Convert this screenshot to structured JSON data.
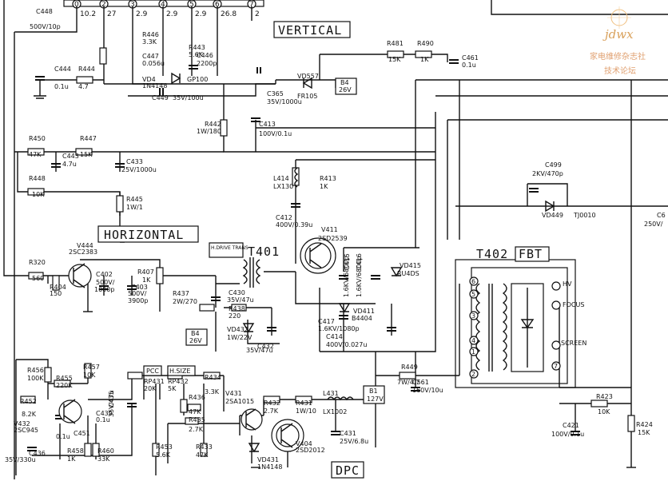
{
  "section_labels": {
    "vertical": "VERTICAL",
    "horizontal": "HORIZONTAL",
    "dpc": "DPC",
    "t401": "T401",
    "t402": "T402",
    "fbt": "FBT",
    "drive_trans": "H.DRIVE TRANS"
  },
  "ic_pins": [
    {
      "num": "0",
      "voltage": "10.2"
    },
    {
      "num": "2",
      "voltage": "27"
    },
    {
      "num": "3",
      "voltage": "2.9"
    },
    {
      "num": "4",
      "voltage": "2.9"
    },
    {
      "num": "5",
      "voltage": "2.9"
    },
    {
      "num": "6",
      "voltage": "26.8"
    },
    {
      "num": "7",
      "voltage": "2"
    }
  ],
  "components": [
    "C448",
    "500V/10p",
    "R446",
    "3.3K",
    "C447",
    "0.056u",
    "R443",
    "5.6K",
    "C446",
    "2200p",
    "VD4",
    "1N4148",
    "GP100",
    "C444",
    "0.1u",
    "R444",
    "4.7",
    "C449",
    "35V/100u",
    "R481",
    "15K",
    "R490",
    "1K",
    "C461",
    "0.1u",
    "VD557",
    "FR105",
    "C365",
    "35V/1000u",
    "R442",
    "1W/180",
    "C413",
    "100V/0.1u",
    "R450",
    "47K",
    "C443",
    "4.7u",
    "R447",
    "15K",
    "C433",
    "25V/1000u",
    "R448",
    "10K",
    "R445",
    "1W/1",
    "L414",
    "LX130",
    "R413",
    "1K",
    "C412",
    "400V/0.39u",
    "V411",
    "2SD2539",
    "C499",
    "2KV/470p",
    "VD449",
    "TJ0010",
    "V444",
    "2SC2383",
    "R320",
    "560",
    "R404",
    "150",
    "C402",
    "500V/",
    "1000p",
    "R407",
    "1K",
    "C403",
    "500V/",
    "3900p",
    "C430",
    "35V/47u",
    "R437",
    "2W/270",
    "R438",
    "220",
    "C415",
    "1.6KV/6800p",
    "C416",
    "1.6KV/6800p",
    "VD415",
    "RU4DS",
    "C417",
    "1.6KV/1080p",
    "VD411",
    "B4404",
    "C414",
    "400V/0.027u",
    "VD432",
    "1W/22V",
    "C432",
    "35V/47u",
    "R456",
    "100K",
    "R455",
    "220K",
    "R457",
    "10K",
    "RP431",
    "20K",
    "RP432",
    "5K",
    "R434",
    "3.3K",
    "R436",
    "47K",
    "R435",
    "2.7K",
    "V431",
    "2SA1015",
    "R432",
    "2.7K",
    "R431",
    "1W/10",
    "L431",
    "LX1002",
    "R449",
    "7W/4.7",
    "C561",
    "160V/10u",
    "R452",
    "8.2K",
    "V432",
    "2SC945",
    "C451",
    "0.1u",
    "C439",
    "0.1u",
    "C435",
    "35V/47u",
    "R453",
    "5.6K",
    "R433",
    "47K",
    "VD431",
    "1N4148",
    "V404",
    "2SD2012",
    "C431",
    "25V/6.8u",
    "C436",
    "35V/330u",
    "R458",
    "1K",
    "R460",
    "33K",
    "R423",
    "10K",
    "C421",
    "100V/0.1u",
    "R424",
    "15K"
  ],
  "supply_boxes": [
    "B4",
    "26V",
    "B4",
    "26V",
    "B1",
    "127V"
  ],
  "control_boxes": [
    "PCC",
    "H.SIZE"
  ],
  "fbt_pins": [
    "6",
    "5",
    "3",
    "4",
    "1",
    "2",
    "7"
  ],
  "fbt_outputs": [
    "HV",
    "FOCUS",
    "SCREEN"
  ],
  "edge_fragments": [
    "C6",
    "250V/"
  ],
  "watermark": {
    "logo": "jdwx",
    "line1": "家电维修杂志社",
    "line2": "技术论坛"
  },
  "colors": {
    "ink": "#111111",
    "watermark": "#d9a15b"
  }
}
